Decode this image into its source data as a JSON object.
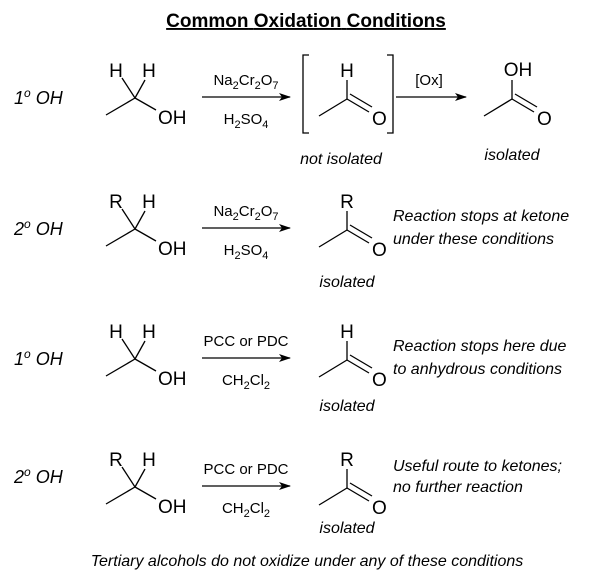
{
  "title": [
    "Common",
    "Oxidation",
    "Conditions"
  ],
  "rows": [
    {
      "label": "1",
      "label_sup": "o",
      "label_suffix": " OH",
      "substrate": {
        "top_left": "H",
        "top_right": "H",
        "oh": "OH"
      },
      "reagent_top": {
        "parts": [
          "Na",
          "2",
          "Cr",
          "2",
          "O",
          "7"
        ]
      },
      "reagent_bottom": {
        "parts": [
          "H",
          "2",
          "SO",
          "4"
        ]
      },
      "intermediate": {
        "top": "H",
        "o": "O",
        "caption": "not isolated"
      },
      "second_arrow_label": "[Ox]",
      "product": {
        "top": "OH",
        "o": "O",
        "caption": "isolated"
      }
    },
    {
      "label": "2",
      "label_sup": "o",
      "label_suffix": " OH",
      "substrate": {
        "top_left": "R",
        "top_right": "H",
        "oh": "OH"
      },
      "reagent_top": {
        "parts": [
          "Na",
          "2",
          "Cr",
          "2",
          "O",
          "7"
        ]
      },
      "reagent_bottom": {
        "parts": [
          "H",
          "2",
          "SO",
          "4"
        ]
      },
      "product": {
        "top": "R",
        "o": "O",
        "caption": "isolated"
      },
      "note": [
        "Reaction stops at ketone",
        "under these conditions"
      ]
    },
    {
      "label": "1",
      "label_sup": "o",
      "label_suffix": " OH",
      "substrate": {
        "top_left": "H",
        "top_right": "H",
        "oh": "OH"
      },
      "reagent_top": {
        "text": "PCC or PDC"
      },
      "reagent_bottom": {
        "parts": [
          "CH",
          "2",
          "Cl",
          "2"
        ]
      },
      "product": {
        "top": "H",
        "o": "O",
        "caption": "isolated"
      },
      "note": [
        "Reaction stops here due",
        "to anhydrous conditions"
      ]
    },
    {
      "label": "2",
      "label_sup": "o",
      "label_suffix": " OH",
      "substrate": {
        "top_left": "R",
        "top_right": "H",
        "oh": "OH"
      },
      "reagent_top": {
        "text": "PCC or PDC"
      },
      "reagent_bottom": {
        "parts": [
          "CH",
          "2",
          "Cl",
          "2"
        ]
      },
      "product": {
        "top": "R",
        "o": "O",
        "caption": "isolated"
      },
      "note": [
        "Useful route to ketones;",
        "no further reaction"
      ]
    }
  ],
  "footer": "Tertiary alcohols do not oxidize under any of these conditions"
}
